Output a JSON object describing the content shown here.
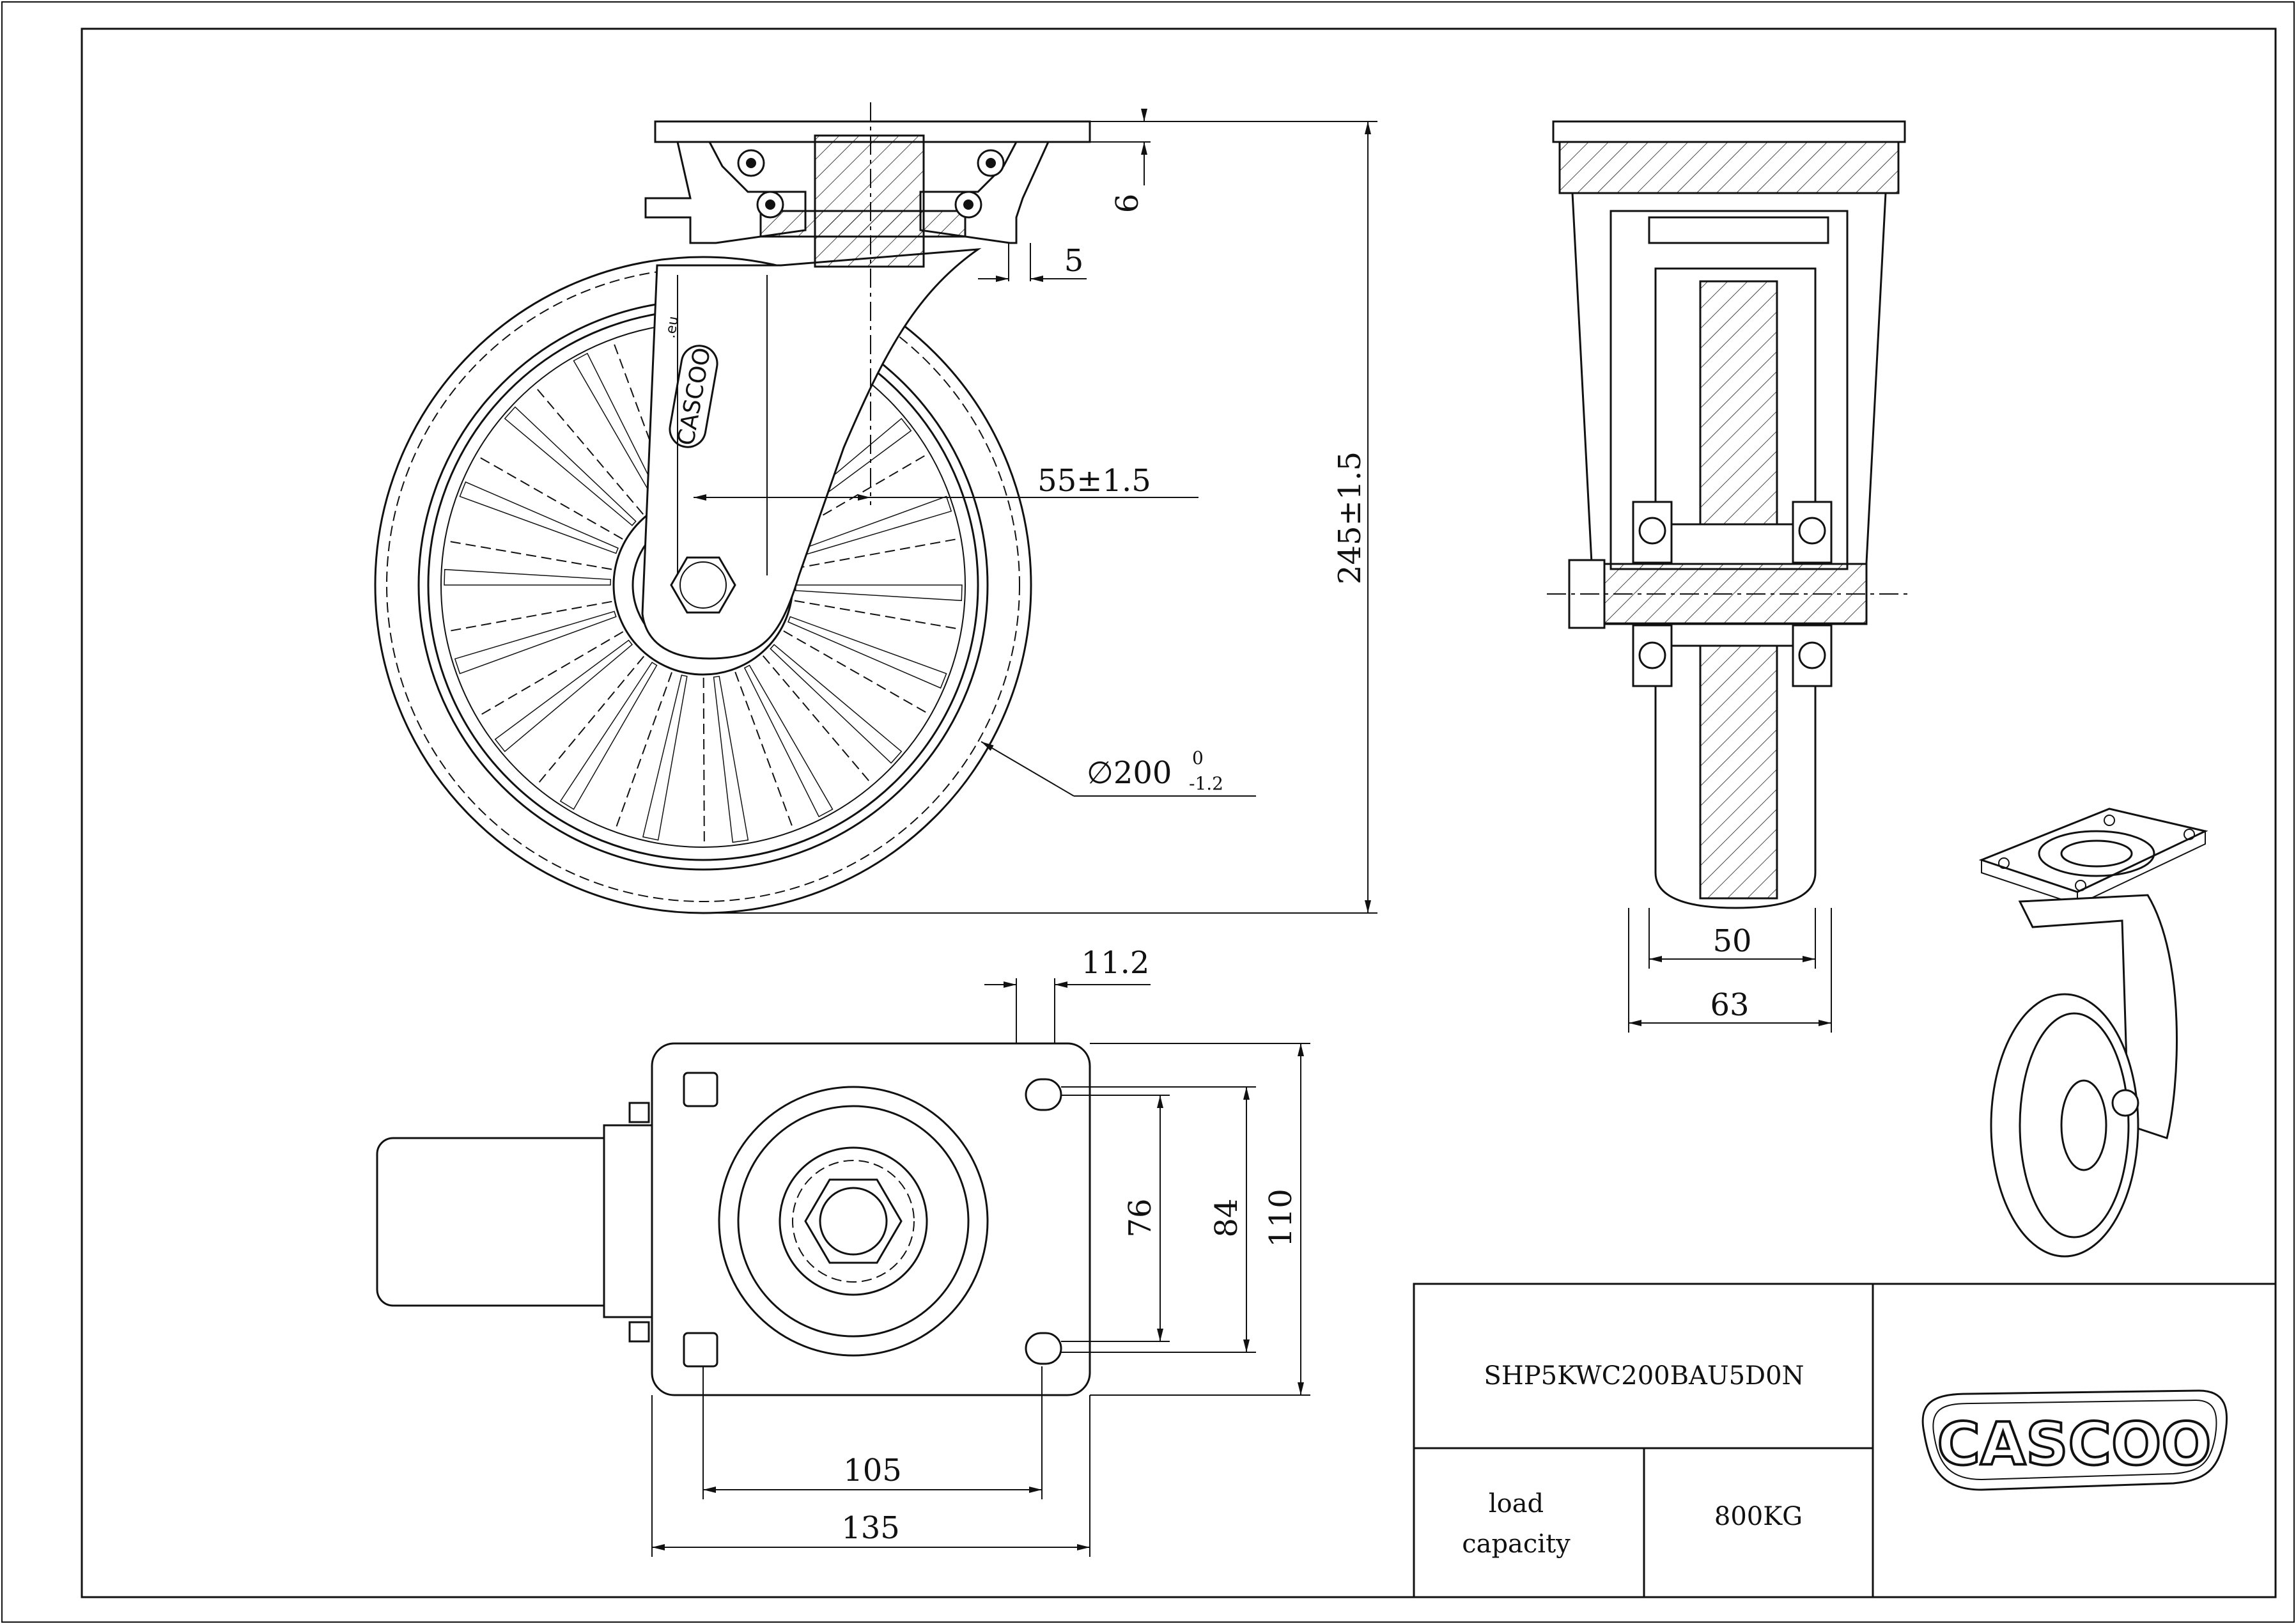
{
  "dimensions": {
    "plate_thickness": "6",
    "offset_small": "5",
    "swivel_offset": "55±1.5",
    "overall_height": "245±1.5",
    "wheel_diameter": "∅200",
    "wheel_tol_upper": "0",
    "wheel_tol_lower": "-1.2",
    "tread_width": "50",
    "fork_width": "63",
    "slot_width": "11.2",
    "bolt_hole_y": "76",
    "bolt_spacing_y": "84",
    "plate_height": "110",
    "bolt_spacing_x": "105",
    "plate_width": "135"
  },
  "title_block": {
    "part_number": "SHP5KWC200BAU5D0N",
    "load_label_line1": "load",
    "load_label_line2": "capacity",
    "load_value": "800KG",
    "logo_text": "CASCOO"
  },
  "wheel_logo_text": "CASCOO",
  "wheel_logo_suffix": ".eu"
}
